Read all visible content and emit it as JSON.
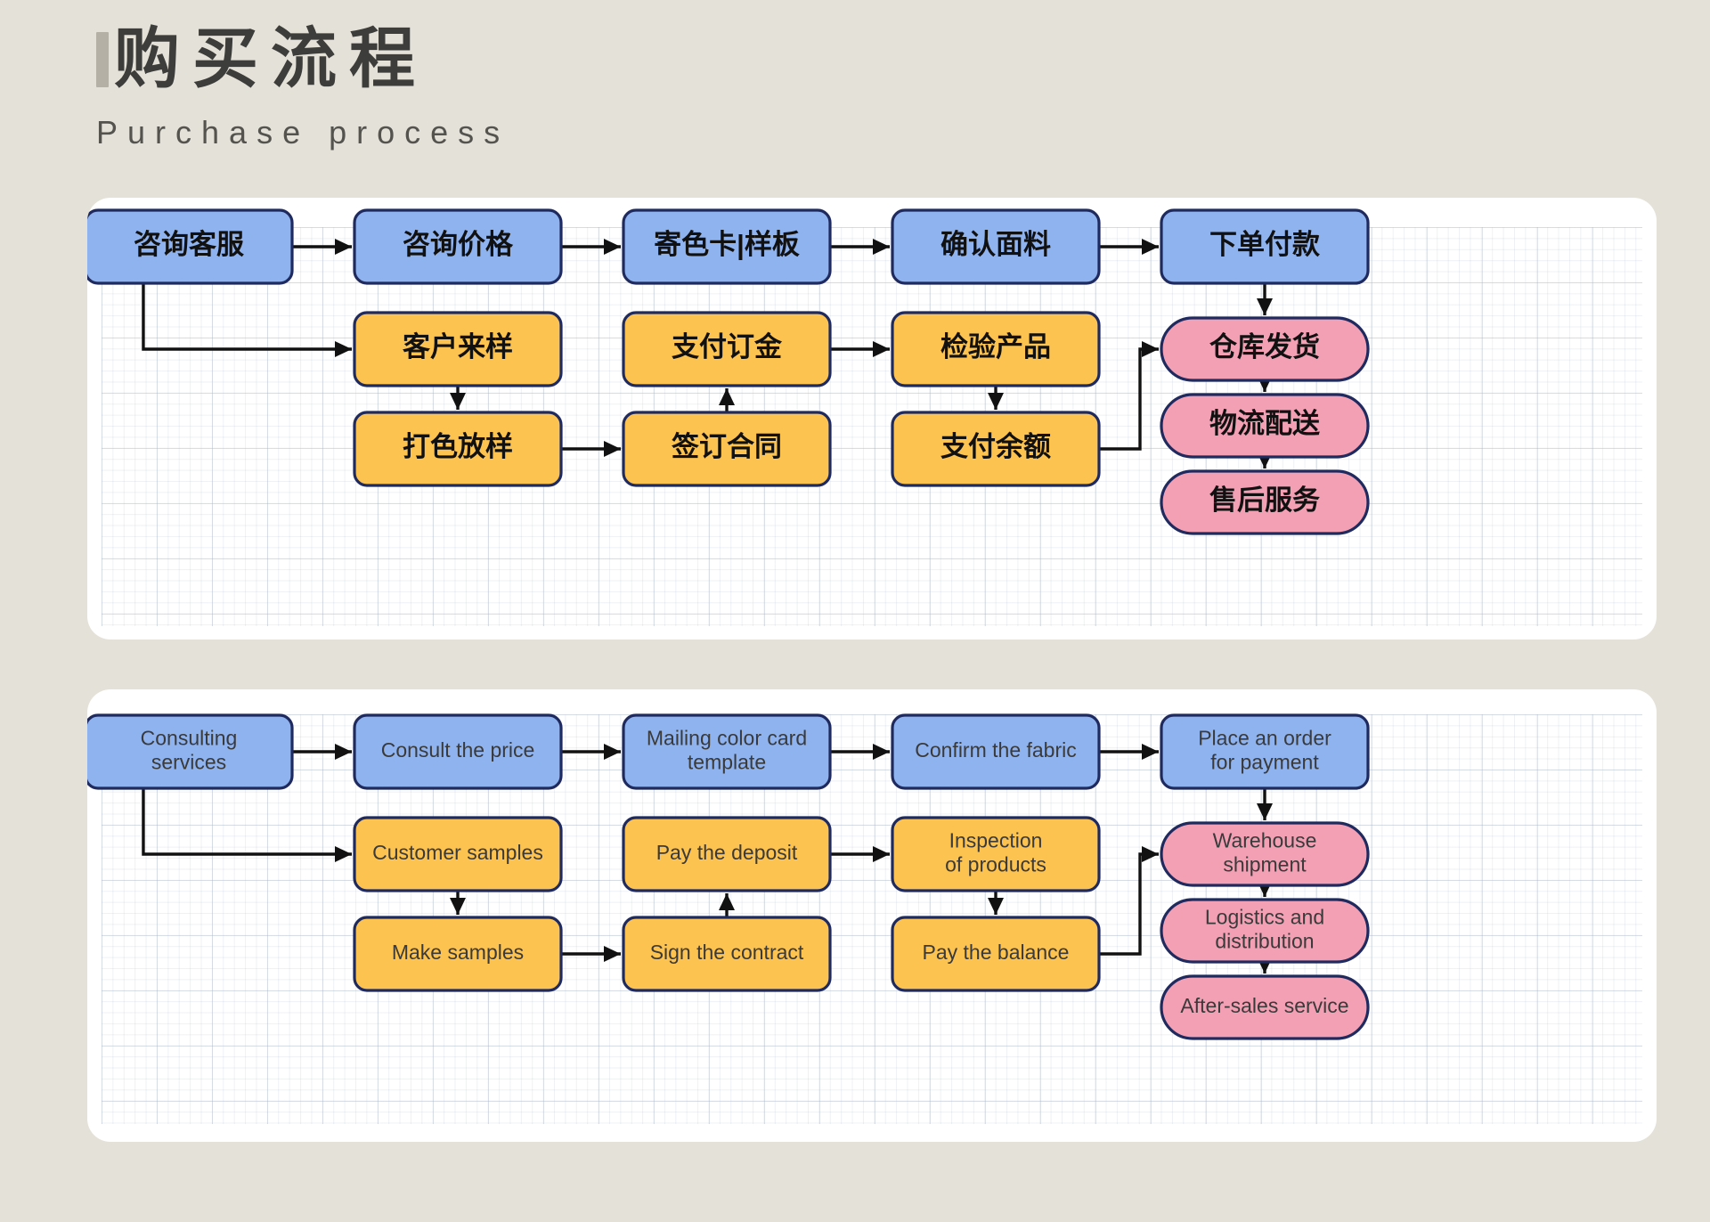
{
  "header": {
    "title_cn": "购买流程",
    "title_en": "Purchase process",
    "accent_bar_color": "#b4b0a6",
    "title_color": "#3d3d3b"
  },
  "palette": {
    "page_background": "#e4e1d8",
    "card_background": "#ffffff",
    "blue_fill": "#8fb3ef",
    "orange_fill": "#fcc350",
    "pink_fill": "#f3a0b5",
    "node_border": "#1f2a5e",
    "connector": "#111111",
    "grid_line": "#b6c0cd"
  },
  "chart_data": {
    "type": "diagram",
    "title": "购买流程 / Purchase process",
    "description": "Two parallel flowcharts of the same purchase process, one labelled in Chinese and one in English.",
    "sections": [
      {
        "id": "cn",
        "language": "zh",
        "nodes": [
          {
            "id": "cn1",
            "label": "咨询客服",
            "color": "blue",
            "row": 1,
            "col": 1
          },
          {
            "id": "cn2",
            "label": "咨询价格",
            "color": "blue",
            "row": 1,
            "col": 2
          },
          {
            "id": "cn3",
            "label": "寄色卡|样板",
            "color": "blue",
            "row": 1,
            "col": 3
          },
          {
            "id": "cn4",
            "label": "确认面料",
            "color": "blue",
            "row": 1,
            "col": 4
          },
          {
            "id": "cn5",
            "label": "下单付款",
            "color": "blue",
            "row": 1,
            "col": 5
          },
          {
            "id": "cn6",
            "label": "客户来样",
            "color": "orange",
            "row": 2,
            "col": 2
          },
          {
            "id": "cn7",
            "label": "支付订金",
            "color": "orange",
            "row": 2,
            "col": 3
          },
          {
            "id": "cn8",
            "label": "检验产品",
            "color": "orange",
            "row": 2,
            "col": 4
          },
          {
            "id": "cn9",
            "label": "打色放样",
            "color": "orange",
            "row": 3,
            "col": 2
          },
          {
            "id": "cn10",
            "label": "签订合同",
            "color": "orange",
            "row": 3,
            "col": 3
          },
          {
            "id": "cn11",
            "label": "支付余额",
            "color": "orange",
            "row": 3,
            "col": 4
          },
          {
            "id": "cn12",
            "label": "仓库发货",
            "color": "pink",
            "row": 2,
            "col": 5
          },
          {
            "id": "cn13",
            "label": "物流配送",
            "color": "pink",
            "row": 2.6,
            "col": 5
          },
          {
            "id": "cn14",
            "label": "售后服务",
            "color": "pink",
            "row": 3.2,
            "col": 5
          }
        ],
        "edges": [
          {
            "from": "cn1",
            "to": "cn2",
            "kind": "straight-right"
          },
          {
            "from": "cn2",
            "to": "cn3",
            "kind": "straight-right"
          },
          {
            "from": "cn3",
            "to": "cn4",
            "kind": "straight-right"
          },
          {
            "from": "cn4",
            "to": "cn5",
            "kind": "straight-right"
          },
          {
            "from": "cn1",
            "to": "cn6",
            "kind": "elbow-down-right"
          },
          {
            "from": "cn6",
            "to": "cn9",
            "kind": "straight-down"
          },
          {
            "from": "cn9",
            "to": "cn10",
            "kind": "straight-right"
          },
          {
            "from": "cn10",
            "to": "cn7",
            "kind": "straight-up"
          },
          {
            "from": "cn7",
            "to": "cn8",
            "kind": "straight-right"
          },
          {
            "from": "cn8",
            "to": "cn11",
            "kind": "straight-down"
          },
          {
            "from": "cn11",
            "to": "cn12",
            "kind": "elbow-right-up"
          },
          {
            "from": "cn5",
            "to": "cn12",
            "kind": "straight-down"
          },
          {
            "from": "cn12",
            "to": "cn13",
            "kind": "straight-down"
          },
          {
            "from": "cn13",
            "to": "cn14",
            "kind": "straight-down"
          }
        ]
      },
      {
        "id": "en",
        "language": "en",
        "nodes": [
          {
            "id": "en1",
            "label": "Consulting services",
            "line1": "Consulting",
            "line2": "services",
            "color": "blue",
            "row": 1,
            "col": 1
          },
          {
            "id": "en2",
            "label": "Consult the price",
            "line1": "Consult the price",
            "line2": "",
            "color": "blue",
            "row": 1,
            "col": 2
          },
          {
            "id": "en3",
            "label": "Mailing color card template",
            "line1": "Mailing color card",
            "line2": "template",
            "color": "blue",
            "row": 1,
            "col": 3
          },
          {
            "id": "en4",
            "label": "Confirm the fabric",
            "line1": "Confirm the fabric",
            "line2": "",
            "color": "blue",
            "row": 1,
            "col": 4
          },
          {
            "id": "en5",
            "label": "Place an order for payment",
            "line1": "Place an order",
            "line2": "for payment",
            "color": "blue",
            "row": 1,
            "col": 5
          },
          {
            "id": "en6",
            "label": "Customer samples",
            "line1": "Customer samples",
            "line2": "",
            "color": "orange",
            "row": 2,
            "col": 2
          },
          {
            "id": "en7",
            "label": "Pay the deposit",
            "line1": "Pay the deposit",
            "line2": "",
            "color": "orange",
            "row": 2,
            "col": 3
          },
          {
            "id": "en8",
            "label": "Inspection of products",
            "line1": "Inspection",
            "line2": "of products",
            "color": "orange",
            "row": 2,
            "col": 4
          },
          {
            "id": "en9",
            "label": "Make samples",
            "line1": "Make samples",
            "line2": "",
            "color": "orange",
            "row": 3,
            "col": 2
          },
          {
            "id": "en10",
            "label": "Sign the contract",
            "line1": "Sign the contract",
            "line2": "",
            "color": "orange",
            "row": 3,
            "col": 3
          },
          {
            "id": "en11",
            "label": "Pay the balance",
            "line1": "Pay the balance",
            "line2": "",
            "color": "orange",
            "row": 3,
            "col": 4
          },
          {
            "id": "en12",
            "label": "Warehouse shipment",
            "line1": "Warehouse",
            "line2": "shipment",
            "color": "pink",
            "row": 2,
            "col": 5
          },
          {
            "id": "en13",
            "label": "Logistics and distribution",
            "line1": "Logistics and",
            "line2": "distribution",
            "color": "pink",
            "row": 2.6,
            "col": 5
          },
          {
            "id": "en14",
            "label": "After-sales service",
            "line1": "After-sales service",
            "line2": "",
            "color": "pink",
            "row": 3.2,
            "col": 5
          }
        ],
        "edges": [
          {
            "from": "en1",
            "to": "en2",
            "kind": "straight-right"
          },
          {
            "from": "en2",
            "to": "en3",
            "kind": "straight-right"
          },
          {
            "from": "en3",
            "to": "en4",
            "kind": "straight-right"
          },
          {
            "from": "en4",
            "to": "en5",
            "kind": "straight-right"
          },
          {
            "from": "en1",
            "to": "en6",
            "kind": "elbow-down-right"
          },
          {
            "from": "en6",
            "to": "en9",
            "kind": "straight-down"
          },
          {
            "from": "en9",
            "to": "en10",
            "kind": "straight-right"
          },
          {
            "from": "en10",
            "to": "en7",
            "kind": "straight-up"
          },
          {
            "from": "en7",
            "to": "en8",
            "kind": "straight-right"
          },
          {
            "from": "en8",
            "to": "en11",
            "kind": "straight-down"
          },
          {
            "from": "en11",
            "to": "en12",
            "kind": "elbow-right-up"
          },
          {
            "from": "en5",
            "to": "en12",
            "kind": "straight-down"
          },
          {
            "from": "en12",
            "to": "en13",
            "kind": "straight-down"
          },
          {
            "from": "en13",
            "to": "en14",
            "kind": "straight-down"
          }
        ]
      }
    ]
  }
}
